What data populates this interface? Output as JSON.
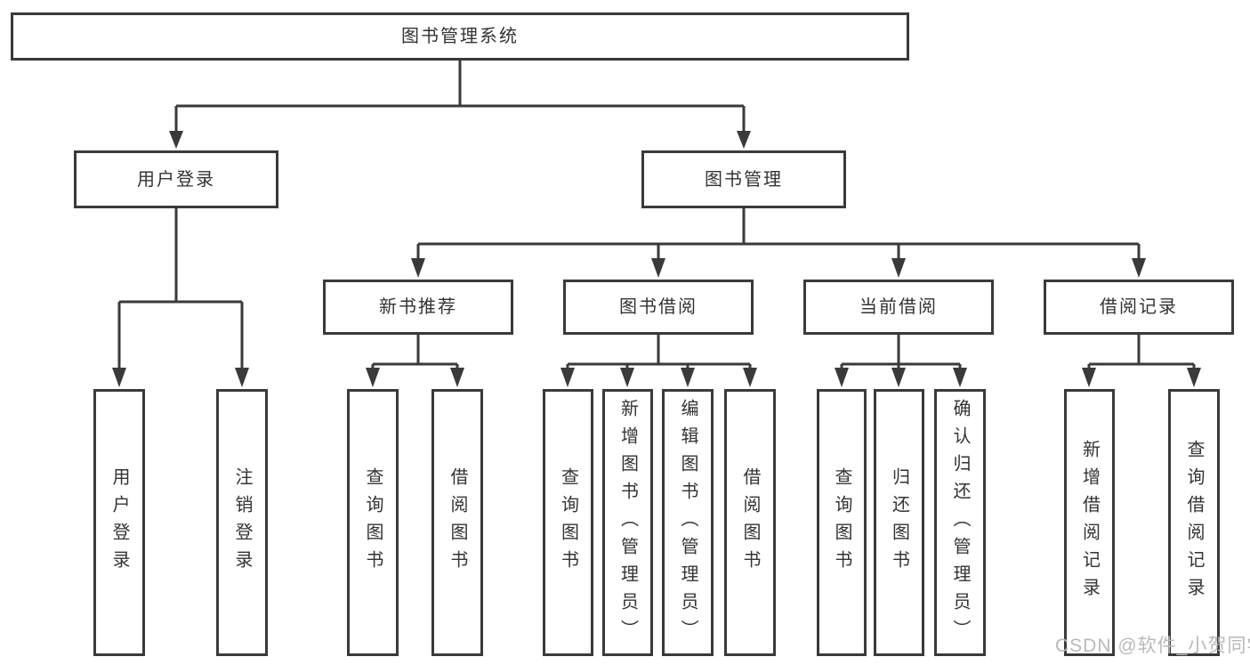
{
  "colors": {
    "line": "#3a3a3a",
    "box_border": "#3a3a3a",
    "box_fill": "#ffffff",
    "text": "#333333",
    "watermark_text": "#b9b9b9"
  },
  "tree": {
    "root": "图书管理系统",
    "branches": [
      {
        "label": "用户登录",
        "children": [
          "用户登录",
          "注销登录"
        ]
      },
      {
        "label": "图书管理",
        "children": [
          {
            "label": "新书推荐",
            "children": [
              "查询图书",
              "借阅图书"
            ]
          },
          {
            "label": "图书借阅",
            "children": [
              "查询图书",
              "新增图书（管理员）",
              "编辑图书（管理员）",
              "借阅图书"
            ]
          },
          {
            "label": "当前借阅",
            "children": [
              "查询图书",
              "归还图书",
              "确认归还（管理员）"
            ]
          },
          {
            "label": "借阅记录",
            "children": [
              "新增借阅记录",
              "查询借阅记录"
            ]
          }
        ]
      }
    ]
  },
  "watermark": "CSDN @软件_小贺同学"
}
